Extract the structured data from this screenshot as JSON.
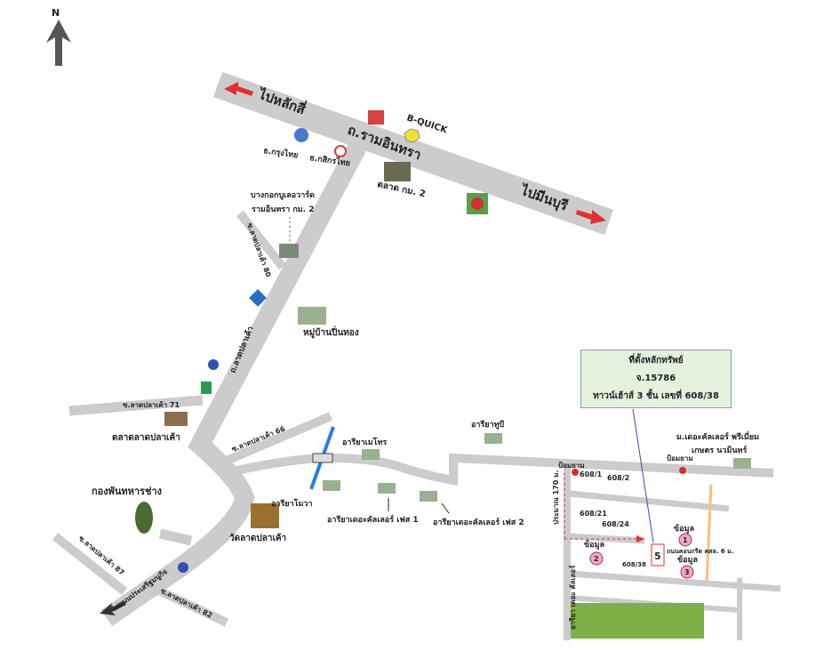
{
  "compass": {
    "label": "N"
  },
  "main_road": {
    "name": "ถ.รามอินทรา",
    "west_direction": "ไปหลักสี่",
    "east_direction": "ไปมีนบุรี"
  },
  "landmarks_top": {
    "bquick": "B-QUICK",
    "bank_ktb": "ธ.กรุงไทย",
    "bank_kbank": "ธ.กสิกรไทย",
    "market_km2": "ตลาด กม. 2",
    "hospital": "บางกอกบูเลอวาร์ด",
    "hospital_line2": "รามอินทรา กม. 2",
    "village_pinthong": "หมู่บ้านปิ่นทอง"
  },
  "roads": {
    "lat_pla_khao": "ถ.ลาดปลาเค้า",
    "soi_80": "ซ.ลาดปลาเค้า 80",
    "soi_71": "ซ.ลาดปลาเค้า 71",
    "soi_66": "ซ.ลาดปลาเค้า 66",
    "soi_87": "ซ.ลาดปลาเค้า 87",
    "soi_82": "ซ.ลาดปลาเค้า 82",
    "to_prasert": "ไปถนนประเสริฐมนูกิจ"
  },
  "landmarks_mid": {
    "market_lpk": "ตลาดลาดปลาเค้า",
    "army": "กองพันทหารช่าง",
    "temple": "วัดลาดปลาเค้า",
    "areeya_metro": "อารียาเมโทร",
    "areeya_tobe": "อารียาทูบี",
    "areeya_mova": "อารียาโมวา",
    "areeya_color1": "อารียาเดอะคัลเลอร์ เฟส 1",
    "areeya_color2": "อารียาเดอะคัลเลอร์ เฟส 2"
  },
  "callout": {
    "title": "ที่ตั้งหลักทรัพย์",
    "deed": "จ.15786",
    "desc": "ทาวน์เฮ้าส์ 3 ชั้น เลขที่ 608/38"
  },
  "detail": {
    "project": "ม.เดอะคัลเลอร์ พรีเมี่ยม",
    "project_line2": "เกษตร นวมินทร์",
    "guard1": "ป้อมยาม",
    "guard2": "ป้อมยาม",
    "houses": [
      "608/1",
      "608/2",
      "608/21",
      "608/24",
      "608/38"
    ],
    "distance": "ประมาณ 170 ม.",
    "main_soi": "อารียา เดอะ คัลเลอร์",
    "concrete_road": "ถนนคอนกรีต คสล. 6 ม.",
    "info_label": "ข้อมูล",
    "info_numbers": [
      "1",
      "2",
      "3"
    ],
    "target_number": "5"
  },
  "colors": {
    "road": "#cccccc",
    "arrow": "#e03030",
    "river": "#2a7de0",
    "park": "#7fb048",
    "callout_bg": "#e3f1dd"
  }
}
